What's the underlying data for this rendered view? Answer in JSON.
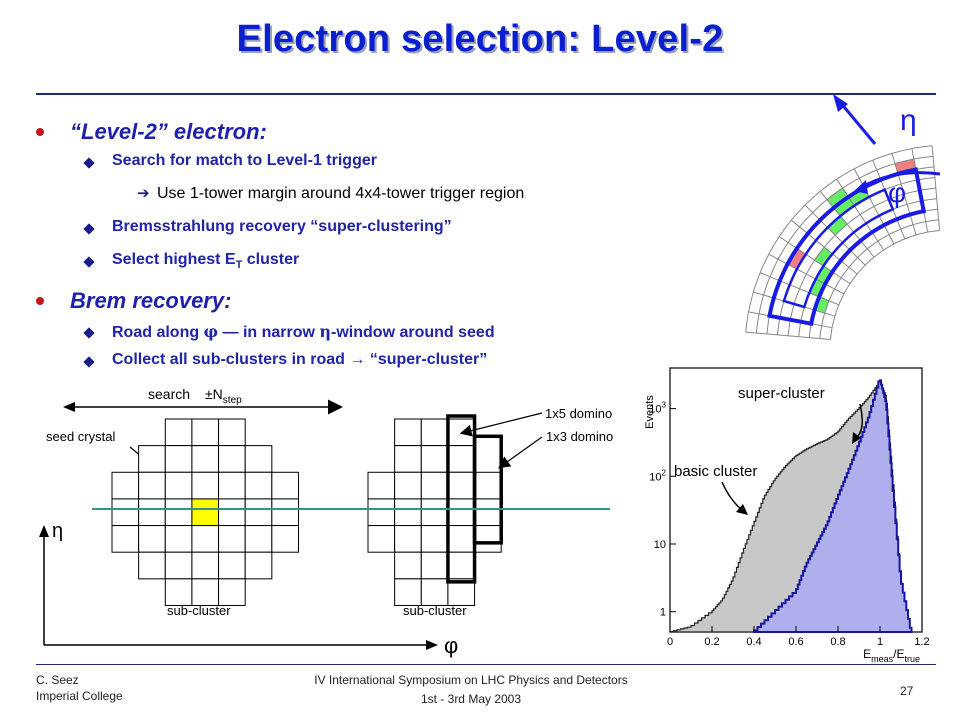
{
  "slide": {
    "title": "Electron selection: Level-2",
    "bullets": [
      {
        "text": "“Level-2” electron:",
        "subs": [
          {
            "text": "Search for match to Level-1 trigger"
          },
          {
            "text": "Use 1-tower margin around 4x4-tower trigger region",
            "level": 3
          },
          {
            "text": "Bremsstrahlung recovery “super-clustering”"
          },
          {
            "text_prefix": "Select highest E",
            "sub": "T",
            "text_suffix": " cluster"
          }
        ]
      },
      {
        "text": "Brem recovery:",
        "subs": [
          {
            "prefix": "Road along ",
            "sym1": "φ",
            "mid": " — in narrow ",
            "sym2": "η",
            "suffix": "-window around seed"
          },
          {
            "prefix": "Collect all sub-clusters in road ",
            "arrow": "→",
            "suffix": " “super-cluster”"
          }
        ]
      }
    ]
  },
  "diagram": {
    "search": "search",
    "pm": "±N",
    "step": "step",
    "seed_crystal": "seed crystal",
    "sub_cluster_1": "sub-cluster",
    "sub_cluster_2": "sub-cluster",
    "domino_1x5": "1x5 domino",
    "domino_1x3": "1x3 domino",
    "eta": "η",
    "phi": "φ"
  },
  "detector": {
    "eta": "η",
    "phi": "φ"
  },
  "chart_data": {
    "type": "area",
    "title": "",
    "ylabel": "Events",
    "xlabel_main": "E",
    "xlabel_sub1": "meas",
    "xlabel_mid": "/E",
    "xlabel_sub2": "true",
    "x_ticks": [
      "0",
      "0.2",
      "0.4",
      "0.6",
      "0.8",
      "1",
      "1.2"
    ],
    "y_ticks": [
      {
        "base": "1",
        "exp": ""
      },
      {
        "base": "10",
        "exp": ""
      },
      {
        "base": "10",
        "exp": "2"
      },
      {
        "base": "10",
        "exp": "3"
      }
    ],
    "xlim": [
      0,
      1.2
    ],
    "ylim_log10": [
      -0.3,
      3.6
    ],
    "log_y": true,
    "annotations": [
      "super-cluster",
      "basic cluster"
    ],
    "series": [
      {
        "color": "#c8c8c8",
        "x": [
          0.0,
          0.1,
          0.2,
          0.25,
          0.3,
          0.35,
          0.4,
          0.45,
          0.5,
          0.55,
          0.6,
          0.65,
          0.7,
          0.75,
          0.8,
          0.85,
          0.9,
          0.95,
          1.0,
          1.03,
          1.06,
          1.1,
          1.15
        ],
        "y": [
          0.5,
          0.6,
          1,
          1.5,
          3,
          8,
          20,
          50,
          90,
          140,
          200,
          250,
          300,
          350,
          450,
          700,
          1000,
          1500,
          2500,
          1500,
          100,
          3,
          0.5
        ]
      },
      {
        "color": "#aaaaf5",
        "x": [
          0.4,
          0.5,
          0.6,
          0.65,
          0.7,
          0.75,
          0.8,
          0.85,
          0.9,
          0.95,
          1.0,
          1.03,
          1.06,
          1.1,
          1.15
        ],
        "y": [
          0.5,
          1,
          2,
          5,
          10,
          20,
          50,
          120,
          300,
          800,
          2800,
          1200,
          80,
          3,
          0.5
        ]
      }
    ]
  },
  "footer": {
    "author": "C. Seez",
    "institution": "Imperial College",
    "conference": "IV International Symposium on LHC Physics and Detectors",
    "dates": "1st - 3rd May 2003",
    "page": "27"
  }
}
